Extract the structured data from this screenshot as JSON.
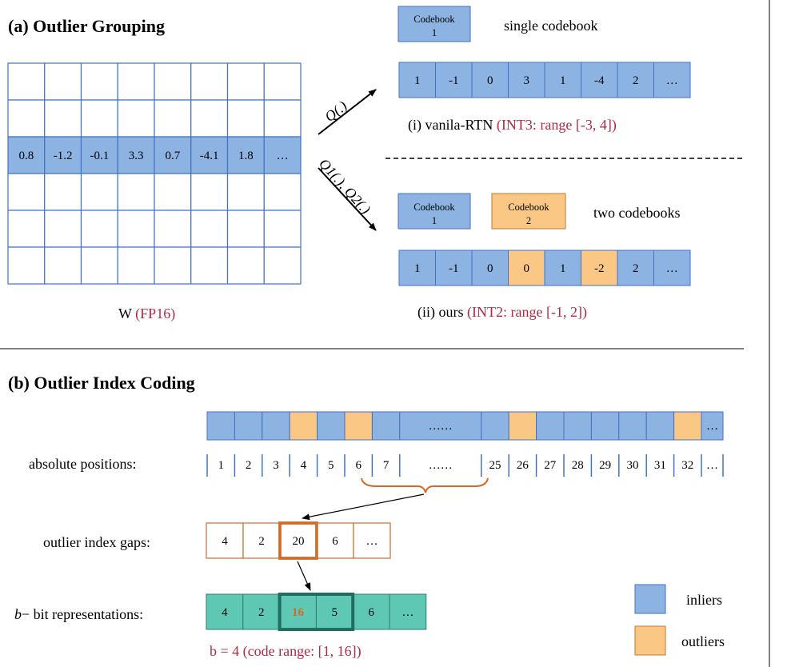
{
  "section_a": {
    "title": "(a) Outlier Grouping",
    "matrix": {
      "highlight_row": [
        "0.8",
        "-1.2",
        "-0.1",
        "3.3",
        "0.7",
        "-4.1",
        "1.8",
        "…"
      ],
      "label": "W",
      "label_type": "(FP16)"
    },
    "arrow_top_label": "Q(.)",
    "arrow_bottom_label": "Q1(.), Q2(.)",
    "single": {
      "codebook_label": "Codebook",
      "codebook_num": "1",
      "caption": "single codebook",
      "values": [
        "1",
        "-1",
        "0",
        "3",
        "1",
        "-4",
        "2",
        "…"
      ],
      "method": "(i) vanila-RTN",
      "detail": "(INT3: range [-3, 4])"
    },
    "two": {
      "codebook1_label": "Codebook",
      "codebook1_num": "1",
      "codebook2_label": "Codebook",
      "codebook2_num": "2",
      "caption": "two codebooks",
      "values": [
        "1",
        "-1",
        "0",
        "0",
        "1",
        "-2",
        "2",
        "…"
      ],
      "outlier_flags": [
        false,
        false,
        false,
        true,
        false,
        true,
        false,
        false
      ],
      "method": "(ii) ours",
      "detail": "(INT2: range [-1, 2])"
    }
  },
  "section_b": {
    "title": "(b) Outlier Index Coding",
    "strip_outlier_flags": [
      false,
      false,
      false,
      true,
      false,
      true,
      false,
      false,
      false,
      true,
      false,
      false,
      false,
      false,
      false,
      true,
      false
    ],
    "strip_ellipsis_mid": "……",
    "strip_ellipsis_end": "…",
    "absolute_label": "absolute positions:",
    "positions": [
      "1",
      "2",
      "3",
      "4",
      "5",
      "6",
      "7",
      "……",
      "25",
      "26",
      "27",
      "28",
      "29",
      "30",
      "31",
      "32",
      "…"
    ],
    "gaps_label": "outlier index gaps:",
    "gaps": [
      "4",
      "2",
      "20",
      "6",
      "…"
    ],
    "bits_label_var": "b",
    "bits_label_rest": "− bit representations:",
    "bits": [
      "4",
      "2",
      "16",
      "5",
      "6",
      "…"
    ],
    "bits_caption": "b = 4 (code range: [1, 16])",
    "legend": [
      {
        "label": "inliers",
        "color": "#8db3e2"
      },
      {
        "label": "outliers",
        "color": "#fac784"
      }
    ]
  },
  "colors": {
    "inlier": "#8db3e2",
    "outlier": "#fac784",
    "teal": "#5fc8b5",
    "accent_red": "#b22a45",
    "gap_border": "#d26a2b"
  }
}
